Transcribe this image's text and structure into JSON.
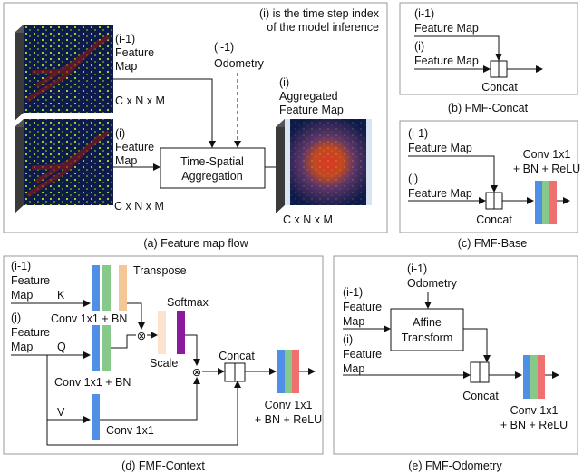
{
  "panel_a": {
    "note_line1": "(i) is the time step index",
    "note_line2": "of the model inference",
    "prev_map_line1": "(i-1)",
    "prev_map_line2": "Feature",
    "prev_map_line3": "Map",
    "prev_dims": "C x N x M",
    "cur_map_line1": "(i)",
    "cur_map_line2": "Feature",
    "cur_map_line3": "Map",
    "cur_dims": "C x N x M",
    "odometry_line1": "(i-1)",
    "odometry_line2": "Odometry",
    "agg_box_line1": "Time-Spatial",
    "agg_box_line2": "Aggregation",
    "out_line1": "(i)",
    "out_line2": "Aggregated",
    "out_line3": "Feature Map",
    "out_dims": "C x N x M",
    "caption": "(a) Feature map flow"
  },
  "panel_b": {
    "prev_line1": "(i-1)",
    "prev_line2": "Feature Map",
    "cur_line1": "(i)",
    "cur_line2": "Feature Map",
    "concat": "Concat",
    "caption": "(b) FMF-Concat"
  },
  "panel_c": {
    "prev_line1": "(i-1)",
    "prev_line2": "Feature Map",
    "cur_line1": "(i)",
    "cur_line2": "Feature Map",
    "concat": "Concat",
    "conv_line1": "Conv 1x1",
    "conv_line2": "+ BN + ReLU",
    "caption": "(c) FMF-Base"
  },
  "panel_d": {
    "prev_line1": "(i-1)",
    "prev_line2": "Feature",
    "prev_line3": "Map",
    "k": "K",
    "cur_line1": "(i)",
    "cur_line2": "Feature",
    "cur_line3": "Map",
    "q": "Q",
    "v": "V",
    "transpose": "Transpose",
    "conv_bn_top": "Conv 1x1 + BN",
    "conv_bn_mid": "Conv 1x1 + BN",
    "softmax": "Softmax",
    "scale": "Scale",
    "concat": "Concat",
    "conv_v": "Conv 1x1",
    "conv_out_line1": "Conv 1x1",
    "conv_out_line2": "+ BN + ReLU",
    "mult_symbol": "⊗",
    "caption": "(d) FMF-Context"
  },
  "panel_e": {
    "prev_line1": "(i-1)",
    "prev_line2": "Feature",
    "prev_line3": "Map",
    "odo_line1": "(i-1)",
    "odo_line2": "Odometry",
    "affine_line1": "Affine",
    "affine_line2": "Transform",
    "cur_line1": "(i)",
    "cur_line2": "Feature",
    "cur_line3": "Map",
    "concat": "Concat",
    "conv_line1": "Conv 1x1",
    "conv_line2": "+ BN + ReLU",
    "caption": "(e) FMF-Odometry"
  },
  "colors": {
    "conv_blue": "#4f8fe6",
    "conv_green": "#86c98a",
    "conv_red": "#f06f6f",
    "transpose_orange": "#f6c796",
    "scale_peach": "#fbe3cf",
    "softmax_purple": "#8c1a9e",
    "panel_border": "#999999",
    "map_background": "#0d1a4a",
    "map_points": "#a6e22e"
  }
}
